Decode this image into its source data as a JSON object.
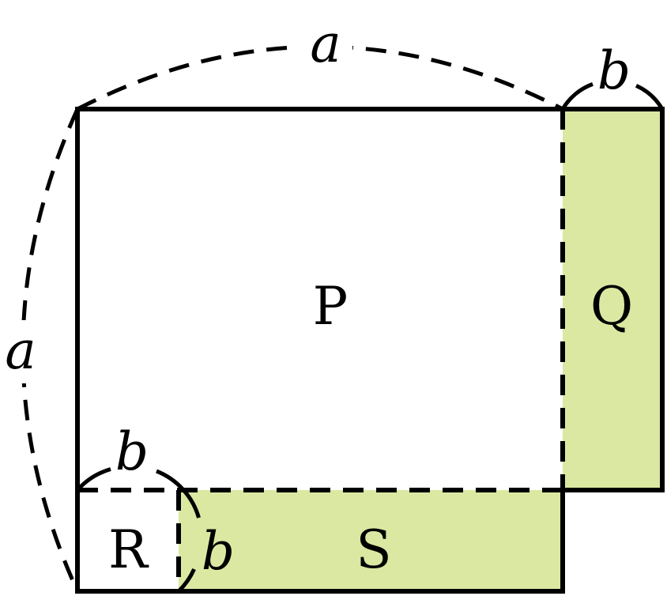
{
  "labels": {
    "top_side": "a",
    "left_side": "a",
    "q_width": "b",
    "r_top": "b",
    "r_right": "b",
    "region_p": "P",
    "region_q": "Q",
    "region_r": "R",
    "region_s": "S"
  },
  "colors": {
    "shade": "#dae8a2",
    "line": "#000000"
  }
}
